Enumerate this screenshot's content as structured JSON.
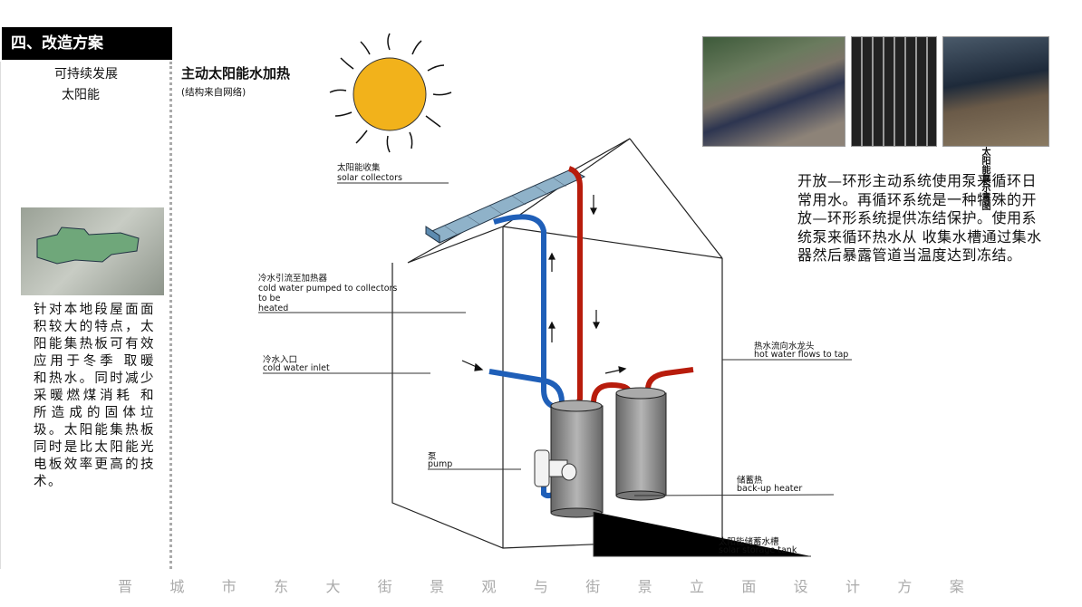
{
  "header": {
    "section_title": "四、改造方案",
    "subtitle1": "可持续发展",
    "subtitle2": "太阳能"
  },
  "main": {
    "title": "主动太阳能水加热",
    "source": "(结构来自网络)"
  },
  "left_text": "针对本地段屋面面积较大的特点，太阳能集热板可有效应用于冬季 取暖和热水。同时减少采暖燃煤消耗 和所造成的固体垃圾。太阳能集热板 同时是比太阳能光电板效率更高的技术。",
  "right_text": "开放—环形主动系统使用泵来循环日常用水。再循环系统是一种特殊的开放—环形系统提供冻结保护。使用系统泵来循环热水从 收集水槽通过集水器然后暴露管道当温度达到冻结。",
  "photo_caption": "太阳能展示意图",
  "labels": {
    "collectors_cn": "太阳能收集",
    "collectors_en": "solar collectors",
    "pumped_cn": "冷水引流至加热器",
    "pumped_en1": "cold water pumped  to collectors",
    "pumped_en2": "to be",
    "pumped_en3": "heated",
    "inlet_cn": "冷水入口",
    "inlet_en": "cold water inlet",
    "pump_cn": "泵",
    "pump_en": "pump",
    "tap_cn": "热水流向水龙头",
    "tap_en": "hot water flows to tap",
    "backup_cn": "储蓄热",
    "backup_en": "back-up heater",
    "tank_cn": "太阳能储蓄水槽",
    "tank_en": "solar storage tank"
  },
  "footer": [
    "晋",
    "城",
    "市",
    "东",
    "大",
    "街",
    "景",
    "观",
    "与",
    "街",
    "景",
    "立",
    "面",
    "设",
    "计",
    "方",
    "案"
  ],
  "colors": {
    "hot_pipe": "#b81c0c",
    "cold_pipe": "#1f5fb8",
    "sun": "#f2b21b"
  }
}
